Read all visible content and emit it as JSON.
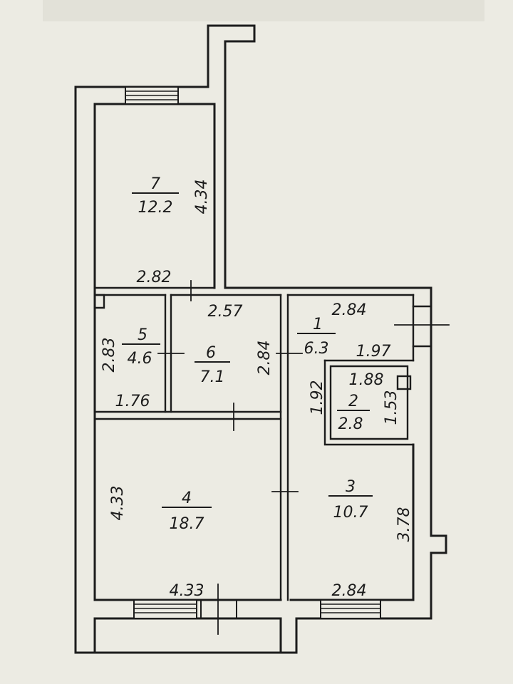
{
  "rooms": [
    {
      "number": "7",
      "area": "12.2"
    },
    {
      "number": "5",
      "area": "4.6"
    },
    {
      "number": "6",
      "area": "7.1"
    },
    {
      "number": "1",
      "area": "6.3"
    },
    {
      "number": "2",
      "area": "2.8"
    },
    {
      "number": "4",
      "area": "18.7"
    },
    {
      "number": "3",
      "area": "10.7"
    }
  ],
  "dimensions": {
    "r7_width": "2.82",
    "r7_height": "4.34",
    "r6_width": "2.57",
    "r6_height": "2.84",
    "r5_height": "2.83",
    "r5_width": "1.76",
    "r1_width": "2.84",
    "r1_inner": "1.97",
    "r2_width": "1.88",
    "r2_height_left": "1.92",
    "r2_height_right": "1.53",
    "r4_height": "4.33",
    "r4_width": "4.33",
    "r3_height": "3.78",
    "r3_width": "2.84"
  },
  "colors": {
    "ink": "#1c1c1c",
    "paper": "#ecebe3"
  }
}
